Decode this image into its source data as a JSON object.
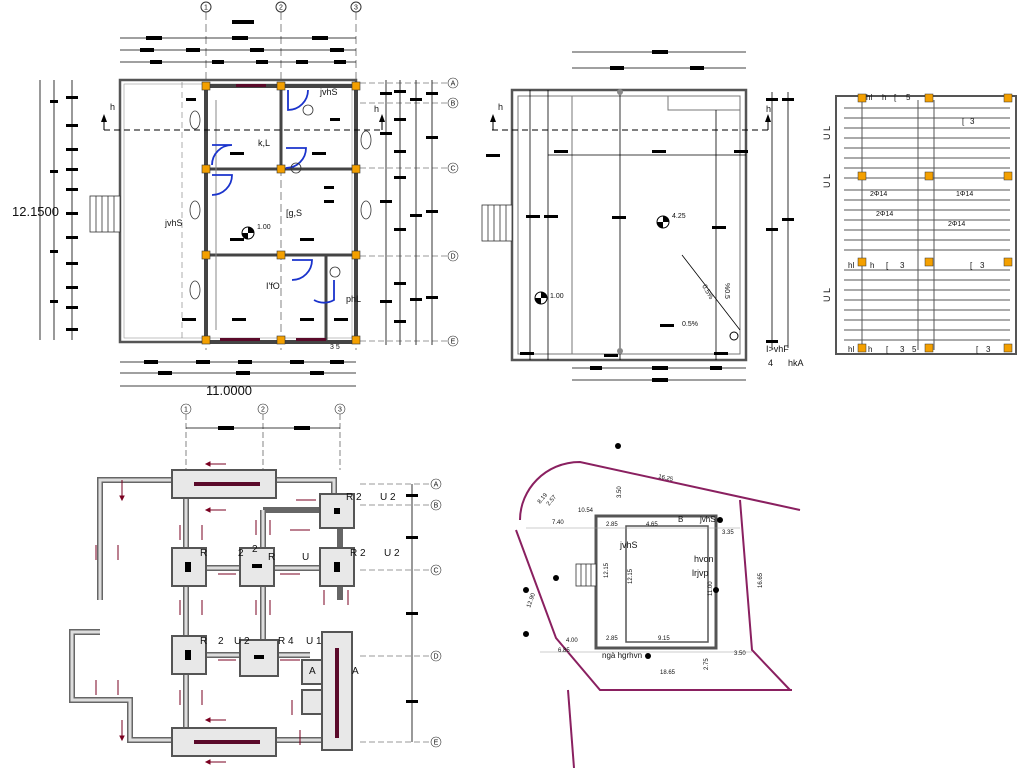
{
  "colors": {
    "wall": "#555555",
    "wall_fill": "#e8e8e8",
    "dim_tick": "#000000",
    "column_fill": "#f4a000",
    "door": "#1a33cc",
    "rebar_arrow": "#7a0020",
    "hatch": "#5a0a2a",
    "plot_boundary": "#8a2060",
    "background": "#ffffff"
  },
  "ground_floor_plan": {
    "grid_top": [
      "1",
      "2",
      "3"
    ],
    "grid_right": [
      "A",
      "B",
      "C",
      "D",
      "E"
    ],
    "overall_height": "12.1500",
    "overall_width": "11.0000",
    "level": "1.00",
    "section_marker": "h",
    "room_labels": [
      "jvhS",
      "k,L",
      "[g,S",
      "I'fO",
      "phL",
      "jvhS"
    ],
    "stair_label": "3 5"
  },
  "roof_plan": {
    "level_upper": "4.25",
    "level_lower": "1.00",
    "slope_diag": "0.5%",
    "slope_vert": "%0.5",
    "slope_bottom": "0.5%",
    "section_marker": "h",
    "note_line1": "I>vhF",
    "note_line2_num": "4",
    "note_line2_text": "hkA"
  },
  "slab_detail": {
    "side_labels": [
      "U L",
      "U L",
      "U L"
    ],
    "labels": [
      "hl",
      "h",
      "[",
      "5",
      "[",
      "3",
      "2Φ14",
      "1Φ14",
      "2Φ14",
      "2Φ14",
      "hl",
      "h",
      "[",
      "3",
      "[",
      "3",
      "hl",
      "h",
      "[",
      "3",
      "5",
      "[",
      "3"
    ]
  },
  "foundation_plan": {
    "grid_top": [
      "1",
      "2",
      "3"
    ],
    "grid_right": [
      "A",
      "B",
      "C",
      "D",
      "E"
    ],
    "footing_labels": [
      "R 2",
      "U 2",
      "R",
      "2",
      "R",
      "2",
      "U",
      "R 2",
      "U 2",
      "R",
      "2",
      "U 2",
      "R 4",
      "U 1",
      "A",
      "A"
    ]
  },
  "site_plan": {
    "dimensions": [
      "16.25",
      "8.19",
      "2.57",
      "3.50",
      "10.54",
      "7.40",
      "2.85",
      "4.65",
      "3.35",
      "12.15",
      "12.15",
      "11.00",
      "16.65",
      "4.00",
      "2.85",
      "6.85",
      "9.15",
      "2.75",
      "3.50",
      "18.65",
      "12.90"
    ],
    "labels": [
      "jvhS",
      "hvon",
      "lrjvp",
      "B",
      "jvhS",
      "ngà hgrhvn"
    ]
  }
}
